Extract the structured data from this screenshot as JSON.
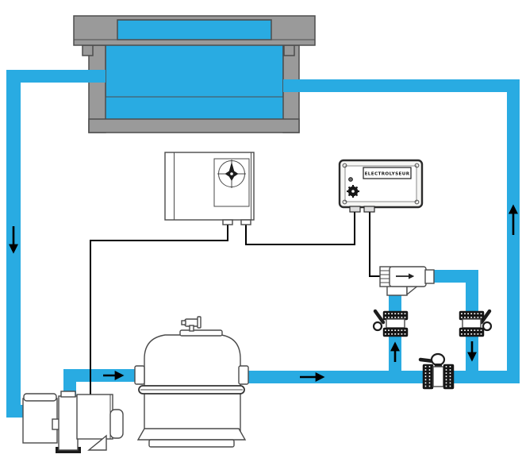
{
  "labels": {
    "electrolyseur": "ELECTROLYSEUR"
  },
  "colors": {
    "water": "#29ABE2",
    "pipe": "#29ABE2",
    "structure_gray": "#9A9A9A",
    "outline": "#4D4D4D",
    "wire": "#000000",
    "arrow": "#000000",
    "background": "#FFFFFF"
  },
  "components": [
    "swimming-pool",
    "timer-box",
    "electrolyser-control-box",
    "electrolysis-cell",
    "bypass-valve-left",
    "bypass-valve-right",
    "main-line-ball-valve",
    "circulation-pump",
    "filter-tank",
    "pipe-network",
    "wiring"
  ],
  "flow_arrows": [
    {
      "pipe": "left-suction-pipe",
      "direction": "down"
    },
    {
      "pipe": "pump-outlet",
      "direction": "right"
    },
    {
      "pipe": "bottom-main-pipe",
      "direction": "right"
    },
    {
      "pipe": "bypass-left",
      "direction": "up"
    },
    {
      "pipe": "bypass-right",
      "direction": "down"
    },
    {
      "pipe": "right-riser",
      "direction": "up"
    },
    {
      "pipe": "cell-internal",
      "direction": "right"
    }
  ]
}
